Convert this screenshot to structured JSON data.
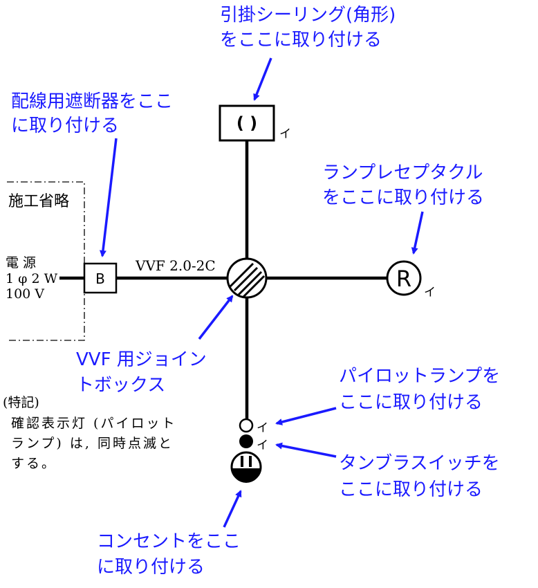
{
  "annotations": {
    "ceiling_rose": [
      "引掛シーリング(角形)",
      "をここに取り付ける"
    ],
    "breaker": [
      "配線用遮断器をここ",
      "に取り付ける"
    ],
    "lamp_receptacle": [
      "ランプレセプタクル",
      "をここに取り付ける"
    ],
    "joint_box": [
      "VVF 用ジョイン",
      "トボックス"
    ],
    "pilot_lamp": [
      "パイロットランプを",
      "ここに取り付ける"
    ],
    "tumbler_switch": [
      "タンブラスイッチを",
      "ここに取り付ける"
    ],
    "outlet": [
      "コンセントをここ",
      "に取り付ける"
    ]
  },
  "diagram": {
    "omitted_label": "施工省略",
    "source_label": [
      "電 源",
      "1 φ 2 W",
      "100 V"
    ],
    "breaker_symbol": "B",
    "cable_label": "VVF 2.0-2C",
    "ceiling_rose_symbol": "( )",
    "lamp_symbol": "R",
    "circuit_mark": "イ"
  },
  "notes": {
    "title": "(特記)",
    "lines": [
      "確認表示灯 (パイロット",
      "ランプ) は, 同時点滅と",
      "する。"
    ]
  },
  "colors": {
    "annotation": "#1a1aff",
    "line": "#000000"
  }
}
